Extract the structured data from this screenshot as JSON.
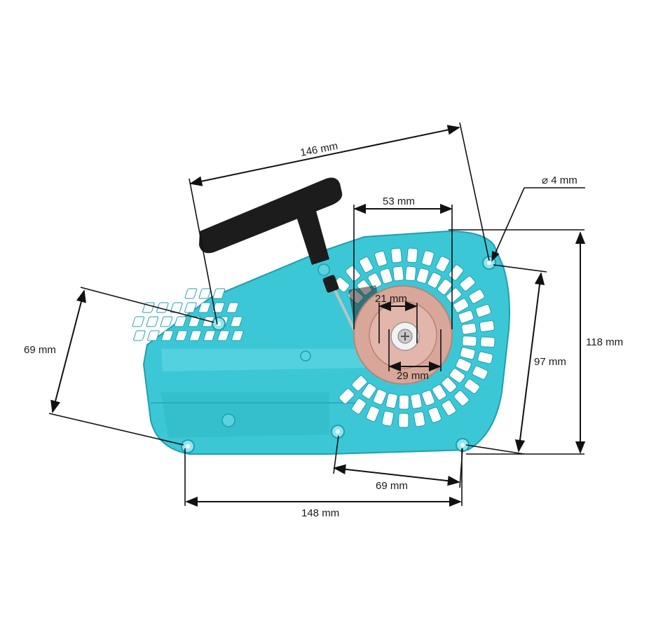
{
  "colors": {
    "housing": "#3cc7d6",
    "housing_dark": "#22a9b9",
    "housing_light": "#8fe6ee",
    "pulley": "#d9a79a",
    "handle": "#1c1c1c",
    "dimension_line": "#111111"
  },
  "icons": {
    "handle": "t-grip-handle-icon",
    "pulley": "rope-pulley-icon",
    "screw": "phillips-screw-icon",
    "holes": "mounting-hole-icon"
  },
  "dimensions": {
    "top_width": "146 mm",
    "pulley_outer": "53 mm",
    "hole_diameter": "⌀ 4 mm",
    "hub_inner": "21 mm",
    "hub_outer": "29 mm",
    "left_height": "69 mm",
    "right_inner_height": "97 mm",
    "right_total_height": "118 mm",
    "bottom_spacing": "69 mm",
    "bottom_width": "148 mm"
  }
}
